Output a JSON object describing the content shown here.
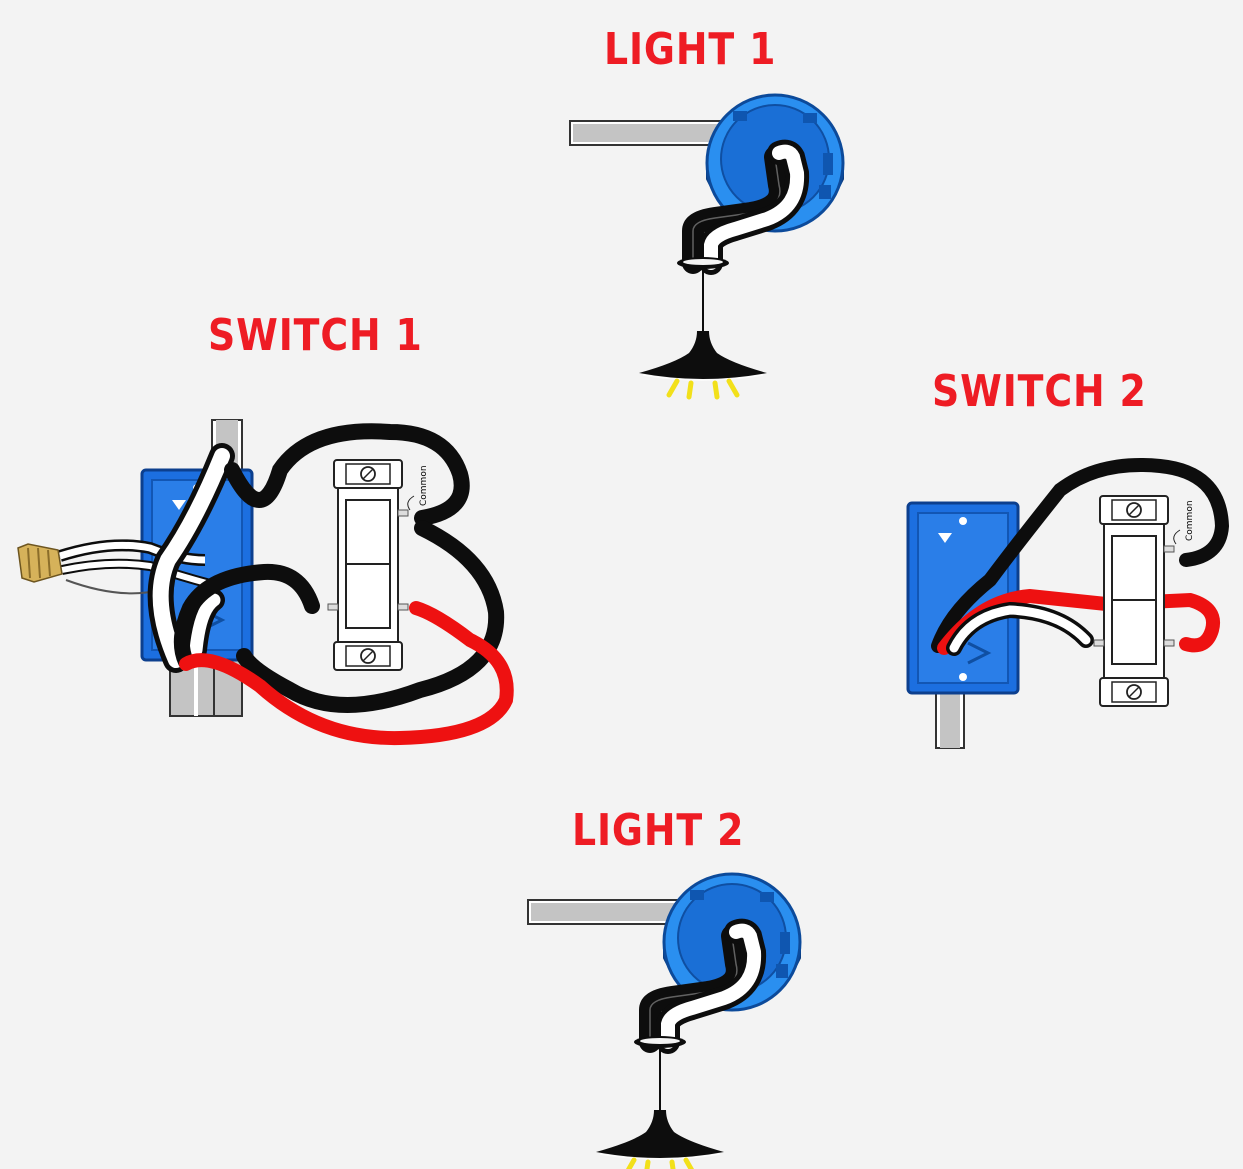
{
  "colors": {
    "background": "#f3f3f3",
    "title": "#ee1c24",
    "box_blue": "#1c6fe0",
    "fixture_blue": "#2a8ff0",
    "wire_black": "#0d0d0d",
    "wire_white": "#ffffff",
    "wire_red": "#ee1111",
    "conduit_gray": "#c4c4c4",
    "light_glow": "#f2e01a",
    "switch_body": "#ffffff"
  },
  "labels": {
    "light1": "LIGHT 1",
    "light2": "LIGHT 2",
    "switch1": "SWITCH 1",
    "switch2": "SWITCH 2",
    "common": "Common"
  },
  "icons": {
    "junction_box": "rectangular-switch-box",
    "ceiling_box": "round-ceiling-box",
    "pendant": "pendant-lamp-icon",
    "connector": "brass-wire-connector"
  }
}
